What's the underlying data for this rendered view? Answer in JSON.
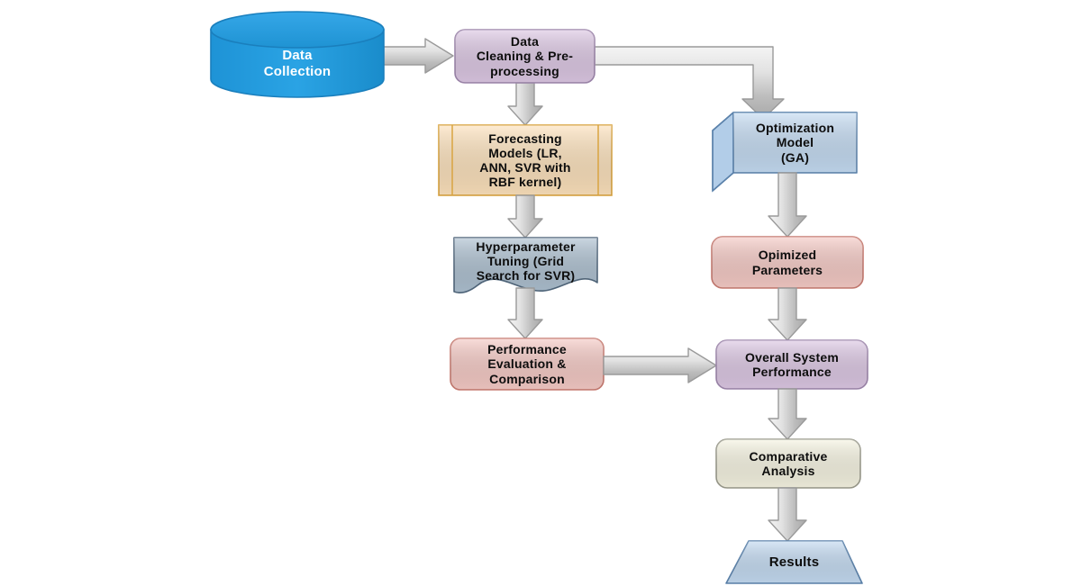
{
  "diagram": {
    "title": "Forecasting and Optimization Methodology Flowchart",
    "background_color": "#ffffff",
    "connector_color": "#9a9a9a",
    "connector_fill_light": "#f2f2f2",
    "connector_fill_dark": "#b4b4b4"
  },
  "nodes": {
    "data_collection": {
      "label": "Data\nCollection",
      "shape": "cylinder",
      "fill": "#2196d9",
      "stroke": "#1a7fbd",
      "text_color": "#ffffff",
      "font_size": 15
    },
    "data_cleaning": {
      "label": "Data\nCleaning & Pre-\nprocessing",
      "shape": "rounded-rectangle",
      "fill": "#ddc8e4",
      "stroke": "#9d86ab",
      "text_color": "#0d0d0d",
      "font_size": 14
    },
    "forecasting_models": {
      "label": "Forecasting\nModels (LR,\nANN, SVR with\nRBF kernel)",
      "shape": "predefined-process",
      "fill": "#fde2bc",
      "stroke": "#d9a441",
      "text_color": "#0d0d0d",
      "font_size": 14
    },
    "hyperparameter_tuning": {
      "label": "Hyperparameter\nTuning (Grid\nSearch for SVR)",
      "shape": "document",
      "fill": "#aec1d1",
      "stroke": "#51677c",
      "text_color": "#0d0d0d",
      "font_size": 14
    },
    "performance_evaluation": {
      "label": "Performance\nEvaluation &\nComparison",
      "shape": "rounded-rectangle",
      "fill": "#f6cbc6",
      "stroke": "#c67a70",
      "text_color": "#0d0d0d",
      "font_size": 14
    },
    "optimization_model": {
      "label": "Optimization\nModel\n(GA)",
      "shape": "cube",
      "fill": "#c5dcf3",
      "stroke": "#5b82ab",
      "top_fill": "#d8e7f7",
      "side_fill": "#b2cde8",
      "text_color": "#0d0d0d",
      "font_size": 14
    },
    "optimized_parameters": {
      "label": "Opimized\nParameters",
      "shape": "rounded-rectangle",
      "fill": "#f6cbc6",
      "stroke": "#c67a70",
      "text_color": "#0d0d0d",
      "font_size": 14
    },
    "overall_system_performance": {
      "label": "Overall System\nPerformance",
      "shape": "rounded-rectangle",
      "fill": "#ddc8e4",
      "stroke": "#9d86ab",
      "text_color": "#0d0d0d",
      "font_size": 14
    },
    "comparative_analysis": {
      "label": "Comparative\nAnalysis",
      "shape": "rounded-rectangle",
      "fill": "#f7f5e3",
      "stroke": "#9a9a8c",
      "text_color": "#0d0d0d",
      "font_size": 14
    },
    "results": {
      "label": "Results",
      "shape": "trapezoid",
      "fill": "#c5dcf3",
      "stroke": "#5b82ab",
      "text_color": "#0d0d0d",
      "font_size": 15
    }
  },
  "edges": [
    {
      "name": "collection-to-cleaning",
      "from": "data_collection",
      "to": "data_cleaning",
      "style": "horizontal-arrow"
    },
    {
      "name": "cleaning-to-forecasting",
      "from": "data_cleaning",
      "to": "forecasting_models",
      "style": "vertical-arrow"
    },
    {
      "name": "cleaning-to-optimization",
      "from": "data_cleaning",
      "to": "optimization_model",
      "style": "elbow-arrow"
    },
    {
      "name": "forecasting-to-tuning",
      "from": "forecasting_models",
      "to": "hyperparameter_tuning",
      "style": "vertical-arrow"
    },
    {
      "name": "tuning-to-evaluation",
      "from": "hyperparameter_tuning",
      "to": "performance_evaluation",
      "style": "vertical-arrow"
    },
    {
      "name": "evaluation-to-overall",
      "from": "performance_evaluation",
      "to": "overall_system_performance",
      "style": "horizontal-arrow"
    },
    {
      "name": "optimization-to-parameters",
      "from": "optimization_model",
      "to": "optimized_parameters",
      "style": "vertical-arrow"
    },
    {
      "name": "parameters-to-overall",
      "from": "optimized_parameters",
      "to": "overall_system_performance",
      "style": "vertical-arrow"
    },
    {
      "name": "overall-to-comparative",
      "from": "overall_system_performance",
      "to": "comparative_analysis",
      "style": "vertical-arrow"
    },
    {
      "name": "comparative-to-results",
      "from": "comparative_analysis",
      "to": "results",
      "style": "vertical-arrow"
    }
  ]
}
